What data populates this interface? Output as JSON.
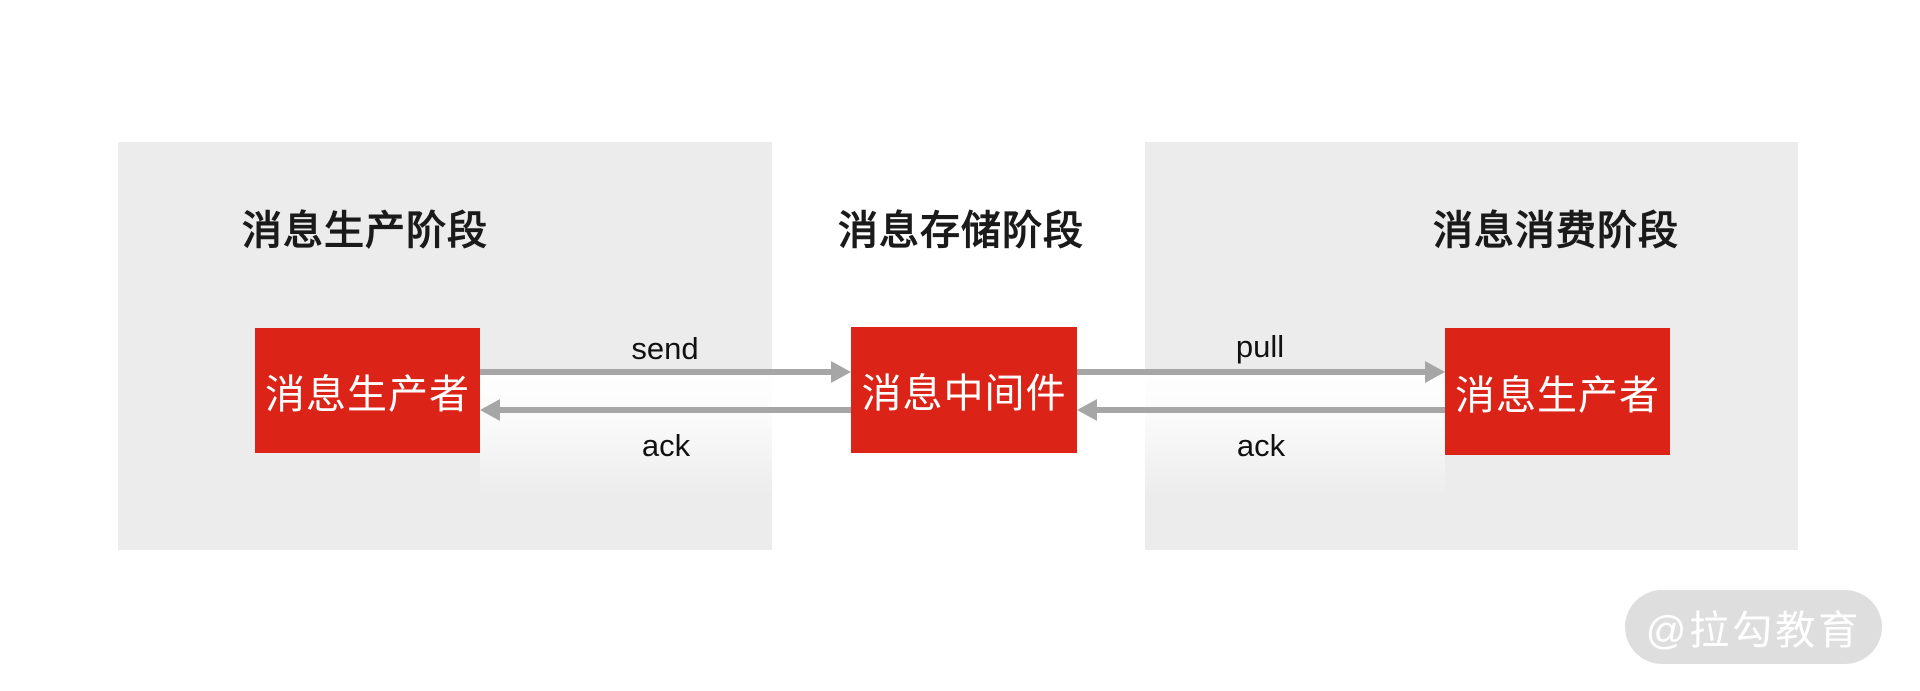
{
  "diagram": {
    "stages": {
      "production": {
        "title": "消息生产阶段",
        "node": "消息生产者"
      },
      "storage": {
        "title": "消息存储阶段",
        "node": "消息中间件"
      },
      "consumption": {
        "title": "消息消费阶段",
        "node": "消息生产者"
      }
    },
    "arrows": {
      "send": {
        "label": "send",
        "direction": "right"
      },
      "ack_left": {
        "label": "ack",
        "direction": "left"
      },
      "pull": {
        "label": "pull",
        "direction": "right"
      },
      "ack_right": {
        "label": "ack",
        "direction": "left"
      }
    },
    "watermark": {
      "text": "@拉勾教育"
    }
  },
  "colors": {
    "node_red": "#db2318",
    "panel_gray": "#ececec",
    "arrow_gray": "#a6a6a6",
    "ink": "#1a1a1a",
    "watermark_bg": "#dedede",
    "watermark_text": "#ffffff"
  }
}
